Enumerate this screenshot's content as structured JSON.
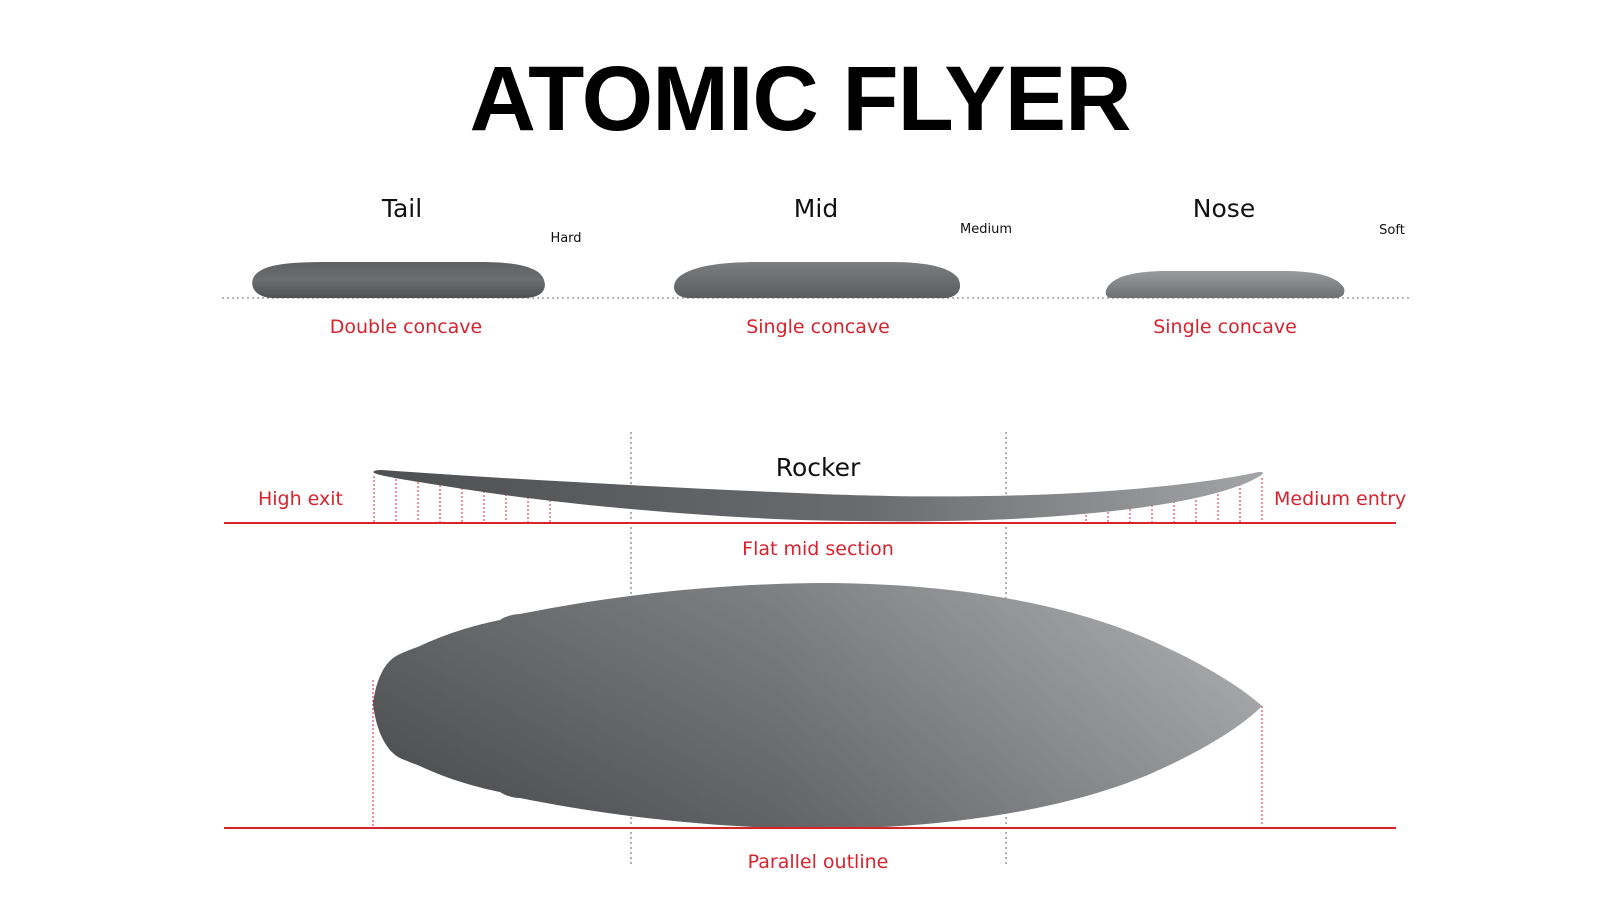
{
  "title": "ATOMIC FLYER",
  "colors": {
    "accent_red": "#d8232e",
    "board_dark": "#4b4c4e",
    "board_light": "#a9aaac",
    "guide_gray": "#8a8a8a"
  },
  "cross_sections": [
    {
      "name": "Tail",
      "flex": "Hard",
      "concave": "Double concave"
    },
    {
      "name": "Mid",
      "flex": "Medium",
      "concave": "Single concave"
    },
    {
      "name": "Nose",
      "flex": "Soft",
      "concave": "Single concave"
    }
  ],
  "rocker": {
    "label": "Rocker",
    "left_label": "High exit",
    "right_label": "Medium entry",
    "center_label": "Flat mid section"
  },
  "outline": {
    "label": "Parallel outline"
  }
}
